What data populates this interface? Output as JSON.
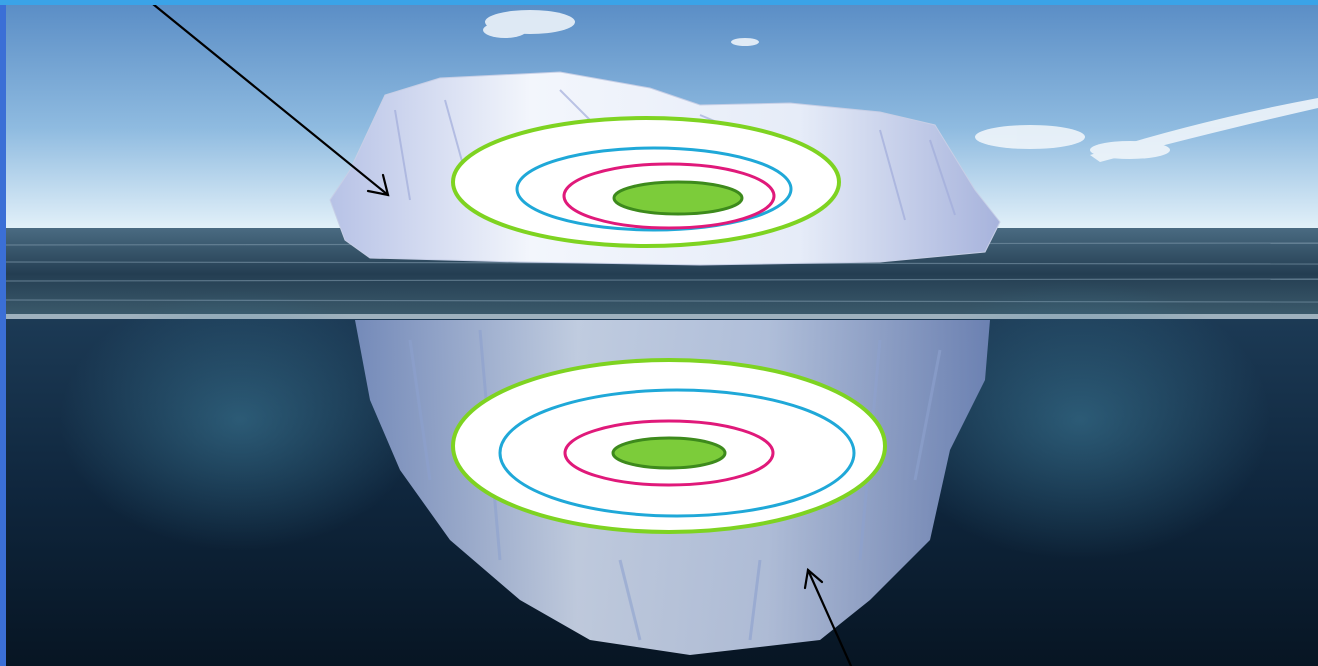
{
  "colors": {
    "frame_top": "#3aa3e8",
    "frame_left": "#3b6fd6",
    "sky_top": "#5d90c8",
    "sky_horizon": "#d9ecf7",
    "sea_surface": "#2f4f66",
    "deep_water": "#0d2238",
    "ice_light": "#eef3fb",
    "ice_shadow": "#9aa9d4",
    "ring_outer": "#7ed321",
    "ring_middle": "#1fa8d8",
    "ring_inner": "#e0197a",
    "core_fill": "#7ccc3a",
    "core_stroke": "#3d8a1c",
    "arrow": "#000000"
  },
  "icons": {
    "iceberg_tip": "iceberg-above-water",
    "iceberg_base": "iceberg-below-water",
    "target_rings": "concentric-ellipses"
  }
}
